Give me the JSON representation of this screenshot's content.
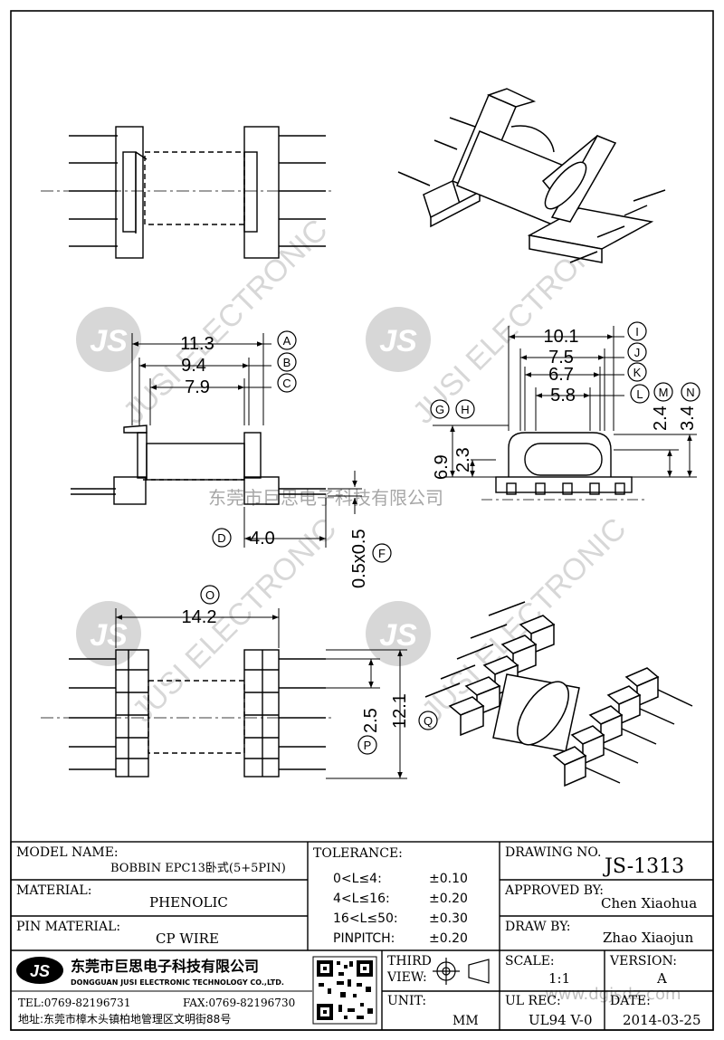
{
  "views": {
    "front_dims": {
      "A": {
        "value": "11.3",
        "letter": "A"
      },
      "B": {
        "value": "9.4",
        "letter": "B"
      },
      "C": {
        "value": "7.9",
        "letter": "C"
      },
      "D": {
        "value": "4.0",
        "letter": "D"
      },
      "F": {
        "value": "0.5x0.5",
        "letter": "F"
      }
    },
    "side_dims": {
      "I": {
        "value": "10.1",
        "letter": "I"
      },
      "J": {
        "value": "7.5",
        "letter": "J"
      },
      "K": {
        "value": "6.7",
        "letter": "K"
      },
      "L": {
        "value": "5.8",
        "letter": "L"
      },
      "M": {
        "value": "2.4",
        "letter": "M"
      },
      "N": {
        "value": "3.4",
        "letter": "N"
      },
      "G": {
        "value": "6.9",
        "letter": "G"
      },
      "H": {
        "value": "2.3",
        "letter": "H"
      }
    },
    "bottom_dims": {
      "O": {
        "value": "14.2",
        "letter": "O"
      },
      "P": {
        "value": "2.5",
        "letter": "P"
      },
      "Q": {
        "value": "12.1",
        "letter": "Q"
      }
    }
  },
  "watermark": {
    "company_cn": "东莞市巨思电子科技有限公司",
    "brand_en": "JUSI ELECTRONIC",
    "logo": "JS",
    "site": "www.dgjsdz.com"
  },
  "title_block": {
    "model_name_label": "MODEL NAME:",
    "model_name_value": "BOBBIN EPC13卧式(5+5PIN)",
    "material_label": "MATERIAL:",
    "material_value": "PHENOLIC",
    "pin_material_label": "PIN MATERIAL:",
    "pin_material_value": "CP WIRE",
    "tolerance_label": "TOLERANCE:",
    "tolerance_rows": [
      {
        "range": "0<L≤4:",
        "value": "±0.10"
      },
      {
        "range": "4<L≤16:",
        "value": "±0.20"
      },
      {
        "range": "16<L≤50:",
        "value": "±0.30"
      },
      {
        "range": "PINPITCH:",
        "value": "±0.20"
      }
    ],
    "drawing_no_label": "DRAWING NO.",
    "drawing_no_value": "JS-1313",
    "approved_by_label": "APPROVED BY:",
    "approved_by_value": "Chen Xiaohua",
    "draw_by_label": "DRAW BY:",
    "draw_by_value": "Zhao Xiaojun",
    "third_view_label_1": "THIRD",
    "third_view_label_2": "VIEW:",
    "unit_label": "UNIT:",
    "unit_value": "MM",
    "scale_label": "SCALE:",
    "scale_value": "1:1",
    "version_label": "VERSION:",
    "version_value": "A",
    "ul_rec_label": "UL REC:",
    "ul_rec_value": "UL94 V-0",
    "date_label": "DATE:",
    "date_value": "2014-03-25",
    "company_cn": "东莞市巨思电子科技有限公司",
    "company_en": "DONGGUAN JUSI ELECTRONIC TECHNOLOGY CO.,LTD.",
    "logo": "JS",
    "tel": "TEL:0769-82196731",
    "fax": "FAX:0769-82196730",
    "address": "地址:东莞市樟木头镇柏地管理区文明街88号"
  }
}
